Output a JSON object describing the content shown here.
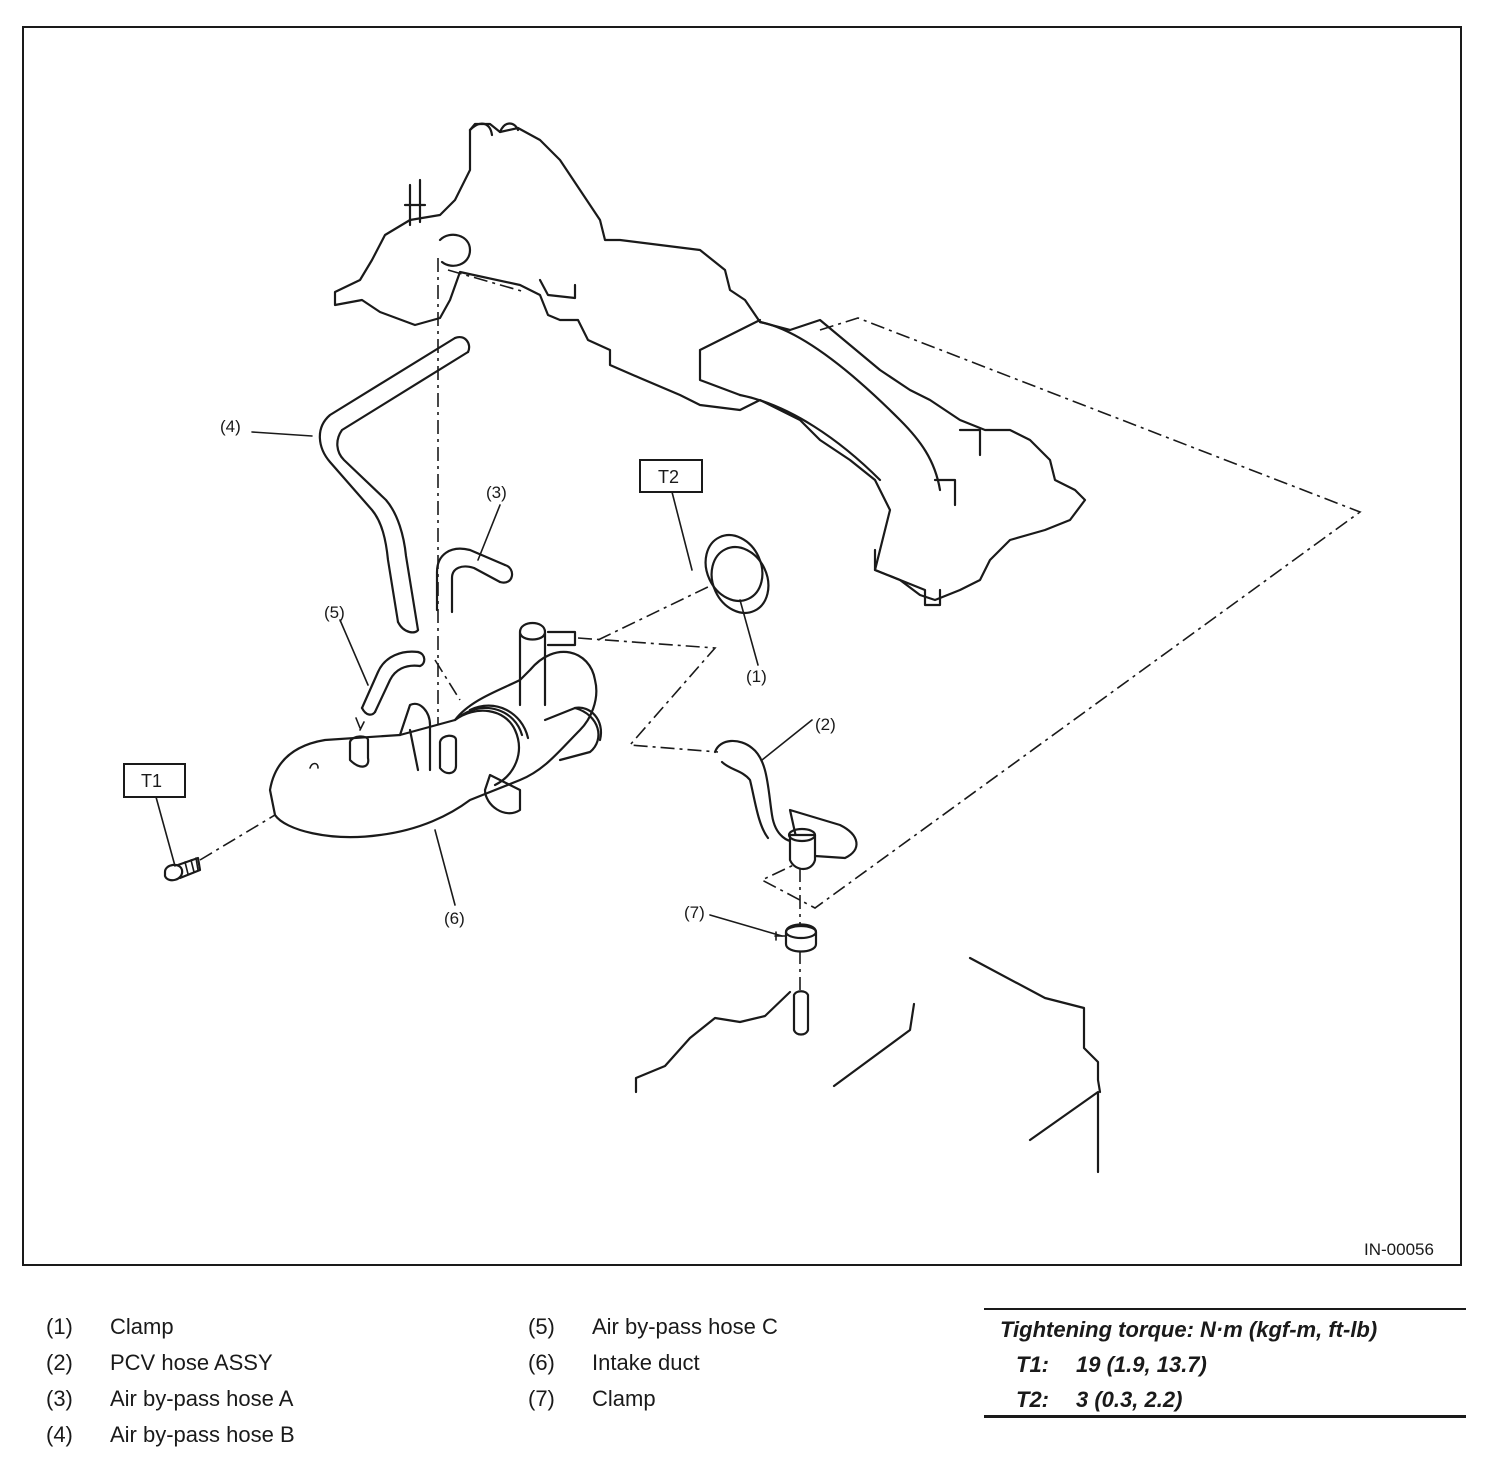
{
  "figure_id": "IN-00056",
  "callouts": [
    {
      "label": "(1)"
    },
    {
      "label": "(2)"
    },
    {
      "label": "(3)"
    },
    {
      "label": "(4)"
    },
    {
      "label": "(5)"
    },
    {
      "label": "(6)"
    },
    {
      "label": "(7)"
    }
  ],
  "torque_tags": [
    {
      "label": "T1"
    },
    {
      "label": "T2"
    }
  ],
  "legend": [
    {
      "num": "(1)",
      "name": "Clamp"
    },
    {
      "num": "(2)",
      "name": "PCV hose ASSY"
    },
    {
      "num": "(3)",
      "name": "Air by-pass hose A"
    },
    {
      "num": "(4)",
      "name": "Air by-pass hose B"
    },
    {
      "num": "(5)",
      "name": "Air by-pass hose C"
    },
    {
      "num": "(6)",
      "name": "Intake duct"
    },
    {
      "num": "(7)",
      "name": "Clamp"
    }
  ],
  "torque": {
    "title": "Tightening torque: N·m (kgf-m, ft-lb)",
    "rows": [
      {
        "key": "T1:",
        "value": "19 (1.9, 13.7)"
      },
      {
        "key": "T2:",
        "value": "3 (0.3, 2.2)"
      }
    ]
  }
}
